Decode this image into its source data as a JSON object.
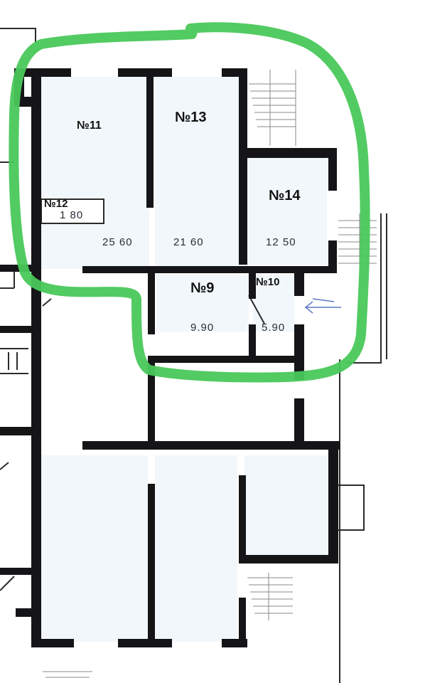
{
  "rooms": {
    "r11": {
      "number": "№11",
      "area": "25 60"
    },
    "r12": {
      "number": "№12",
      "area": "1 80"
    },
    "r13": {
      "number": "№13",
      "area": "21 60"
    },
    "r14": {
      "number": "№14",
      "area": "12 50"
    },
    "r9": {
      "number": "№9",
      "area": "9.90"
    },
    "r10": {
      "number": "№10",
      "area": "5.90"
    }
  },
  "colors": {
    "wall": "#151518",
    "room_fill": "#f1f7fb",
    "highlight": "#49c85a",
    "thin_line": "#2b2b2b",
    "arrow": "#5f78c4"
  },
  "icons": {
    "entrance_arrow": "arrow-left-icon",
    "stairs": "stairs-icon"
  }
}
